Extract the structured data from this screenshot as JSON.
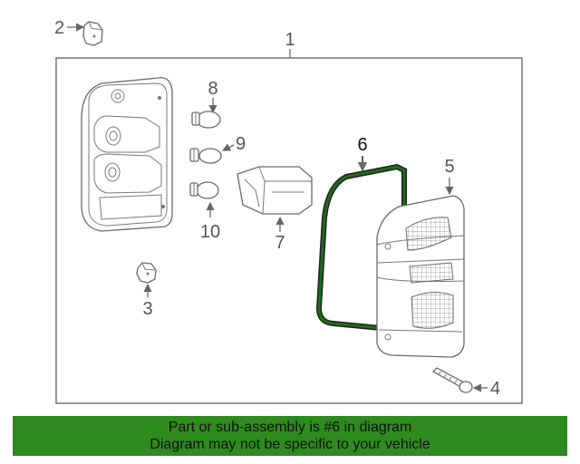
{
  "callouts": {
    "c1": "1",
    "c2": "2",
    "c3": "3",
    "c4": "4",
    "c5": "5",
    "c6": "6",
    "c7": "7",
    "c8": "8",
    "c9": "9",
    "c10": "10"
  },
  "highlight_color": "#1f6b1a",
  "banner": {
    "line1": "Part or sub-assembly is #6 in diagram",
    "line2": "Diagram may not be specific to your vehicle",
    "background": "#2e8b1e"
  }
}
